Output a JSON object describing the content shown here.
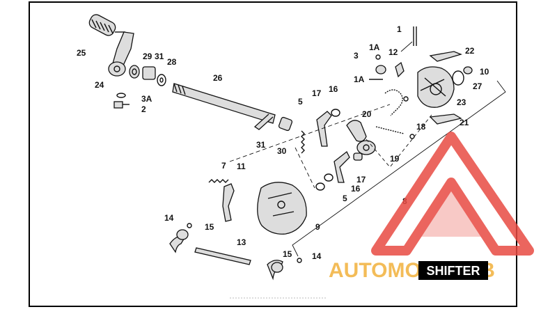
{
  "diagram": {
    "labels": [
      "1",
      "1A",
      "1A",
      "2",
      "3",
      "3A",
      "5",
      "5",
      "7",
      "8",
      "9",
      "10",
      "11",
      "12",
      "13",
      "14",
      "14",
      "15",
      "15",
      "16",
      "16",
      "17",
      "17",
      "18",
      "19",
      "20",
      "21",
      "22",
      "23",
      "24",
      "25",
      "26",
      "27",
      "28",
      "29",
      "30",
      "31",
      "31"
    ],
    "badge": "SHIFTER",
    "watermark": "AUTOMOTOHUB",
    "colors": {
      "ink": "#111111",
      "frame": "#000000",
      "watermark": "#e84b43",
      "watermark_text": "#f2b13c",
      "badge_bg": "#000000",
      "badge_text": "#ffffff"
    }
  }
}
